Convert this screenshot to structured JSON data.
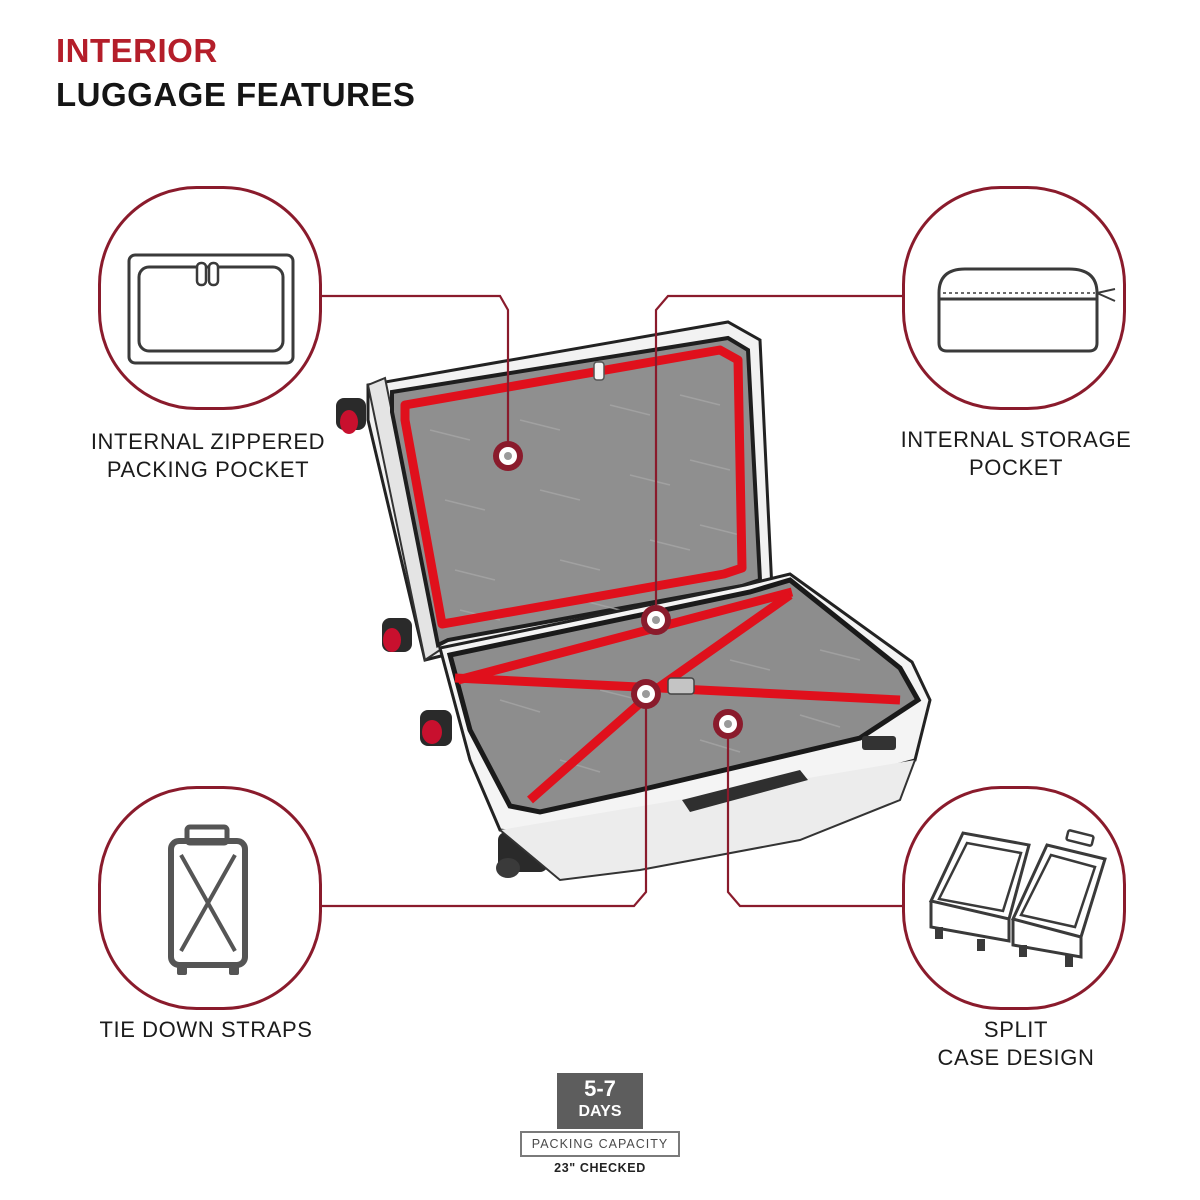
{
  "header": {
    "line1": "INTERIOR",
    "line2": "LUGGAGE FEATURES"
  },
  "features": [
    {
      "id": "zippered",
      "line1": "INTERNAL ZIPPERED",
      "line2": "PACKING POCKET",
      "icon": "zippered-pocket-icon"
    },
    {
      "id": "storage",
      "line1": "INTERNAL STORAGE",
      "line2": "POCKET",
      "icon": "storage-pouch-icon"
    },
    {
      "id": "straps",
      "line1": "TIE DOWN STRAPS",
      "line2": "",
      "icon": "tie-down-straps-icon"
    },
    {
      "id": "split",
      "line1": "SPLIT",
      "line2": "CASE DESIGN",
      "icon": "split-case-icon"
    }
  ],
  "capacity": {
    "number": "5-7",
    "unit": "DAYS",
    "label": "PACKING CAPACITY",
    "size": "23\" CHECKED"
  },
  "colors": {
    "accent": "#b41e2a",
    "callout_line": "#8a1b2c",
    "lining": "#8f8f8f",
    "strap": "#e0101c"
  }
}
